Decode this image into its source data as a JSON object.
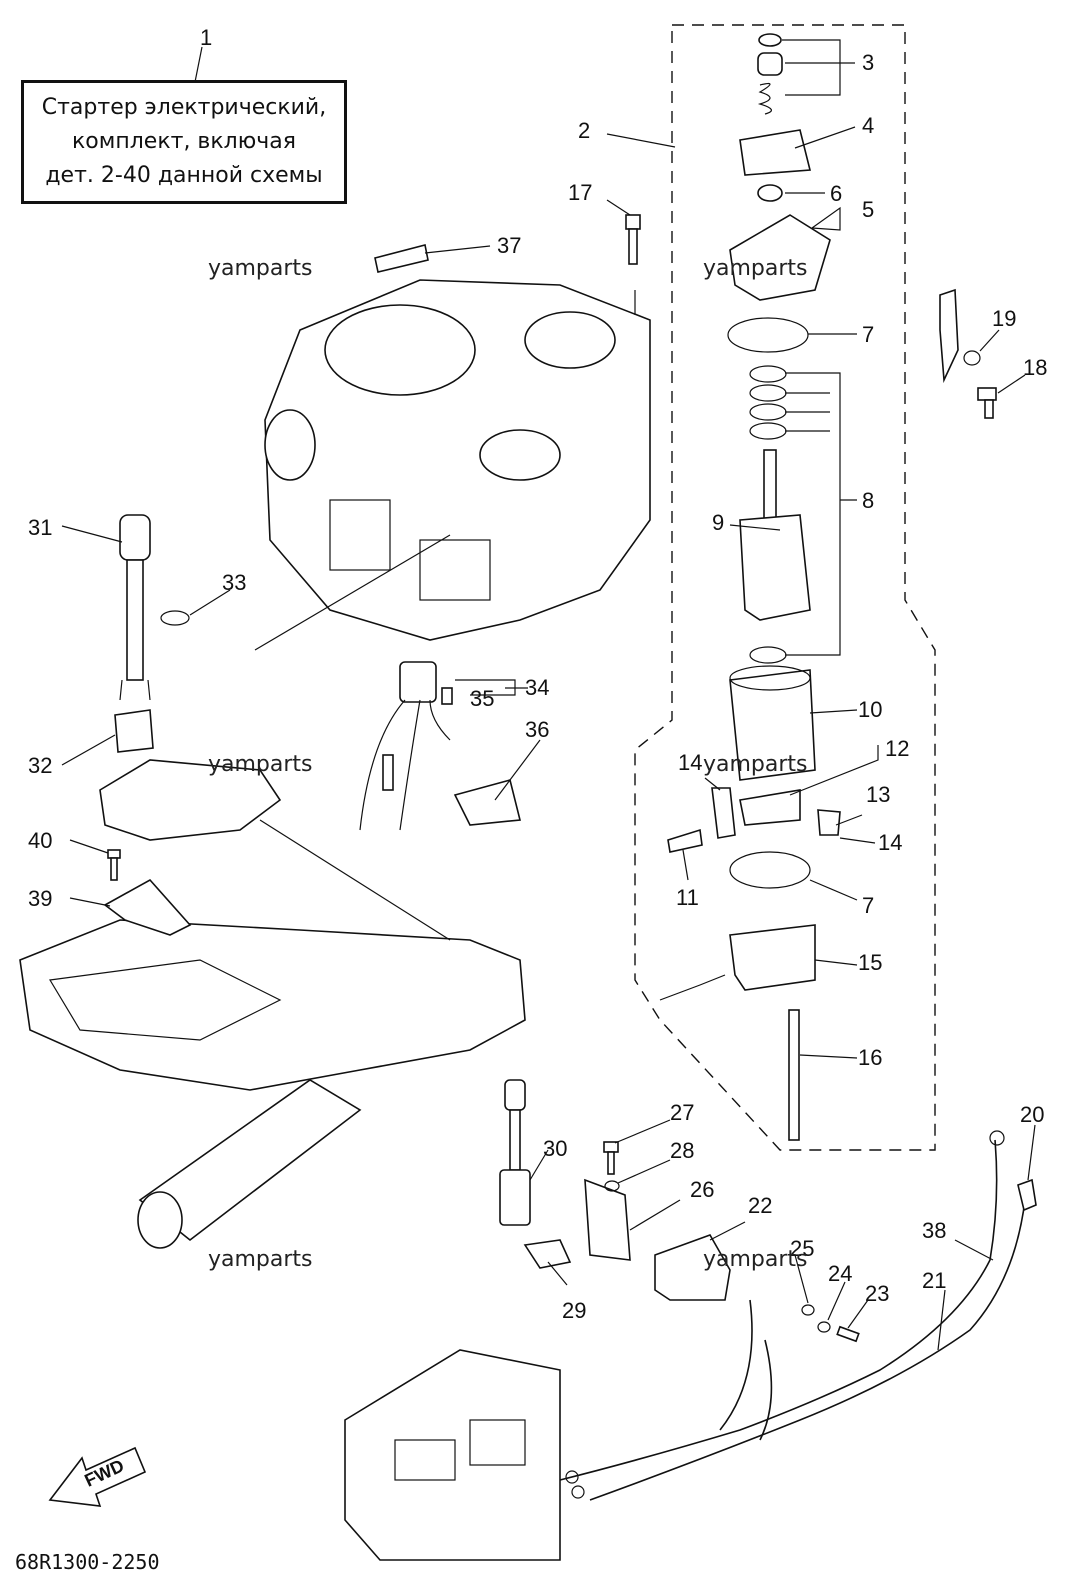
{
  "callout": {
    "number": "1",
    "lines": [
      "Стартер электрический,",
      "комплект, включая",
      "дет. 2-40 данной схемы"
    ]
  },
  "watermark": "yamparts",
  "diagram_code": "68R1300-2250",
  "fwd_label": "FWD",
  "part_numbers": [
    "2",
    "3",
    "4",
    "5",
    "6",
    "7",
    "7",
    "8",
    "9",
    "10",
    "11",
    "12",
    "13",
    "14",
    "14",
    "15",
    "16",
    "17",
    "18",
    "19",
    "20",
    "21",
    "22",
    "23",
    "24",
    "25",
    "26",
    "27",
    "28",
    "29",
    "30",
    "31",
    "32",
    "33",
    "34",
    "35",
    "36",
    "37",
    "38",
    "39",
    "40"
  ]
}
